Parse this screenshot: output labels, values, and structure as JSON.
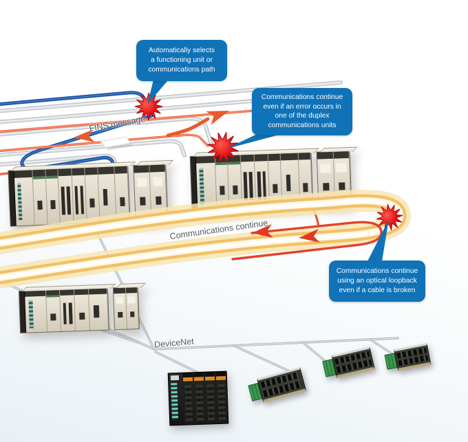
{
  "diagram": {
    "callouts": {
      "auto_select": "Automatically selects\na functioning unit or\ncommunications path",
      "duplex_continue": "Communications continue\neven if an error occurs in\none of the duplex\ncommunications units",
      "optical_loopback": "Communications continue\nusing an optical loopback\neven if a cable is broken"
    },
    "labels": {
      "fins_message": "FINS message",
      "communications_continue": "Communications continue",
      "devicenet": "DeviceNet"
    },
    "icons": {
      "cable_break": "starburst-error-icon",
      "flow_arrow": "direction-arrow-icon",
      "fins_packet": "message-packet-icon"
    },
    "colors": {
      "callout_blue": "#1072b7",
      "starburst_red": "#e8111a",
      "cable_orange": "#ed6742",
      "cable_blue": "#1d55a5",
      "cable_gray": "#c6cacf",
      "optical_ring_yellow": "#f2c166",
      "label_text": "#57585b"
    }
  }
}
